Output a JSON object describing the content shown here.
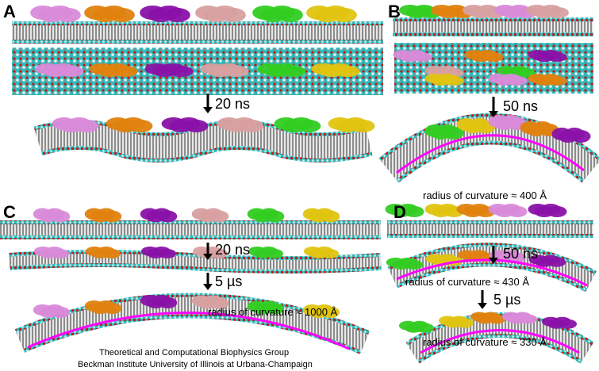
{
  "panels": {
    "a": {
      "label": "A",
      "step1": "20 ns"
    },
    "b": {
      "label": "B",
      "step1": "50 ns",
      "curvature": "radius of curvature ≈ 400 Å"
    },
    "c": {
      "label": "C",
      "step1": "20 ns",
      "step2": "5 µs",
      "curvature": "radius of curvature ≈ 1000 Å"
    },
    "d": {
      "label": "D",
      "step1": "50 ns",
      "curvature1": "radius of curvature ≈ 430 Å",
      "step2": "5 µs",
      "curvature2": "radius of curvature ≈ 330 Å"
    }
  },
  "credits": {
    "line1": "Theoretical and Computational Biophysics Group",
    "line2": "Beckman Institute University of Illinois at Urbana-Champaign"
  },
  "colors": {
    "proteins": [
      "#d98ad9",
      "#e0820f",
      "#8a12a8",
      "#d8a0a0",
      "#33cc22",
      "#e0c410"
    ],
    "curvature_line": "#ff00ff",
    "lipid_head_a": "#d01010",
    "lipid_head_b": "#30c0c0",
    "lipid_tail": "#a0a0a0"
  }
}
